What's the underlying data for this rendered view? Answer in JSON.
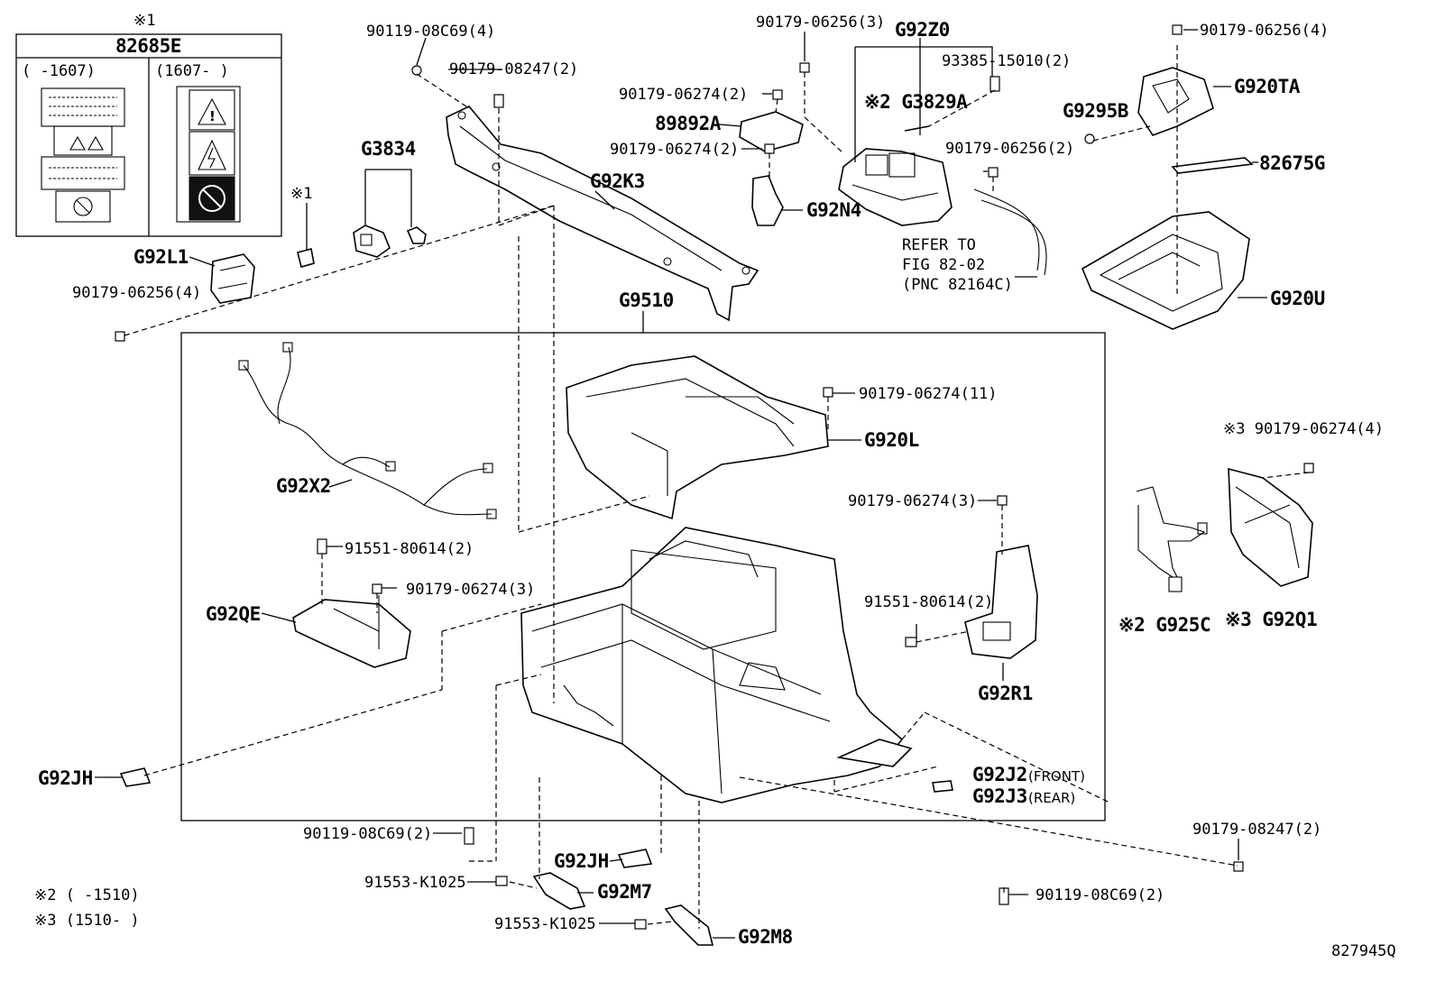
{
  "legend_box": {
    "note_mark": "※1",
    "part_number": "82685E",
    "left_range": "(     -1607)",
    "right_range": "(1607-      )"
  },
  "notes": {
    "note2": "※2 (        -1510)",
    "note3": "※3 (1510-        )"
  },
  "refer_text": {
    "line1": "REFER TO",
    "line2": "FIG 82-02",
    "line3": "(PNC 82164C)"
  },
  "labels": {
    "p90119_08C69_4": "90119-08C69(4)",
    "p90179_08247_2_top": "90179-08247(2)",
    "p90179_06256_3": "90179-06256(3)",
    "pG92Z0": "G92Z0",
    "p93385_15010_2": "93385-15010(2)",
    "p90179_06256_4_tr": "90179-06256(4)",
    "pG920TA": "G920TA",
    "pG9295B": "G9295B",
    "p82675G": "82675G",
    "p90179_06274_2_a": "90179-06274(2)",
    "p89892A": "89892A",
    "p90179_06274_2_b": "90179-06274(2)",
    "pG3829A": "※2 G3829A",
    "p90179_06256_2": "90179-06256(2)",
    "pG92N4": "G92N4",
    "pG3834": "G3834",
    "pG92K3": "G92K3",
    "pNote1": "※1",
    "pG92L1": "G92L1",
    "p90179_06256_4_l": "90179-06256(4)",
    "pG920U": "G920U",
    "pG9510": "G9510",
    "p90179_06274_11": "90179-06274(11)",
    "pG920L": "G920L",
    "pG92X2": "G92X2",
    "p90179_06274_4": "※3 90179-06274(4)",
    "p90179_06274_3_r": "90179-06274(3)",
    "p91551_80614_2_l": "91551-80614(2)",
    "p90179_06274_3_l": "90179-06274(3)",
    "pG92QE": "G92QE",
    "p91551_80614_2_r": "91551-80614(2)",
    "pG925C": "※2 G925C",
    "pG92Q1": "※3 G92Q1",
    "pG92R1": "G92R1",
    "pG92JH_l": "G92JH",
    "pG92J2": "G92J2",
    "pG92J2_sub": "(FRONT)",
    "pG92J3": "G92J3",
    "pG92J3_sub": "(REAR)",
    "p90119_08C69_2_l": "90119-08C69(2)",
    "pG92JH_b": "G92JH",
    "p90179_08247_2_r": "90179-08247(2)",
    "p91553_K1025_a": "91553-K1025",
    "pG92M7": "G92M7",
    "p90119_08C69_2_r": "90119-08C69(2)",
    "p91553_K1025_b": "91553-K1025",
    "pG92M8": "G92M8"
  },
  "figure_code": "827945Q"
}
